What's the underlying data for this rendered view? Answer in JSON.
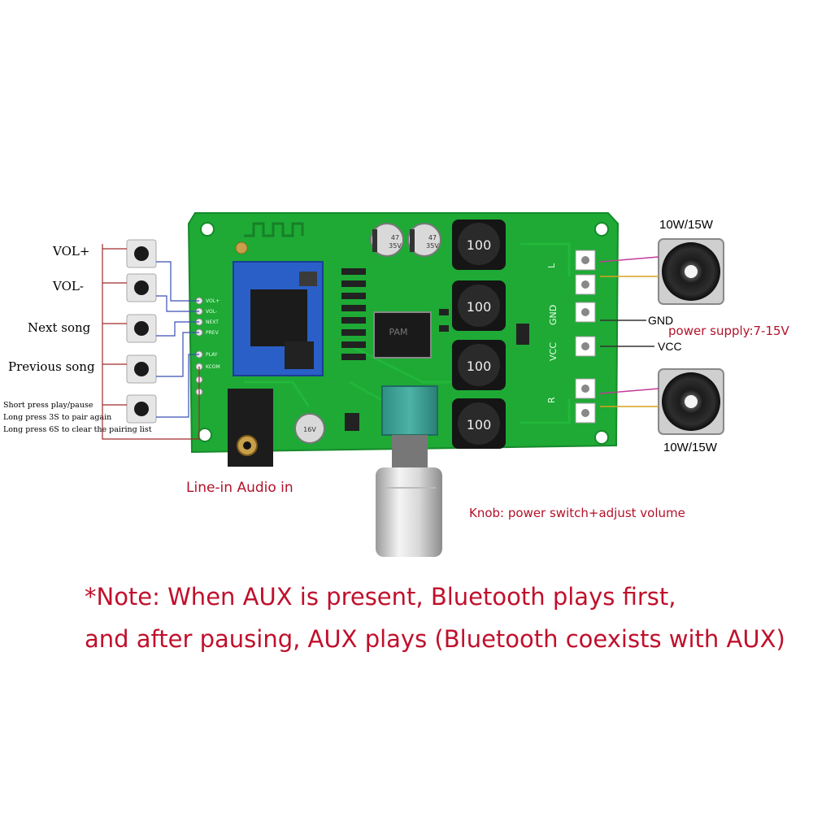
{
  "buttons": {
    "vol_plus": "VOL+",
    "vol_minus": "VOL-",
    "next": "Next song",
    "previous": "Previous song",
    "play_notes": [
      "Short press play/pause",
      "Long press 3S to pair again",
      "Long press 6S to clear the pairing list"
    ]
  },
  "board": {
    "inductor_marking": "100",
    "cap_big_marking": "47",
    "cap_big_rating": "35V",
    "cap_small_rating": "16V",
    "chip_brand": "PAM",
    "pin_labels": [
      "VOL+",
      "VOL-",
      "NEXT",
      "PREV",
      "PLAY",
      "KCOM"
    ],
    "terminal_labels": [
      "L",
      "GND",
      "VCC",
      "R"
    ]
  },
  "speakers": {
    "top_rating": "10W/15W",
    "bottom_rating": "10W/15W"
  },
  "power": {
    "gnd": "GND",
    "vcc": "VCC",
    "supply": "power supply:7-15V"
  },
  "captions": {
    "line_in": "Line-in Audio in",
    "knob": "Knob: power switch+adjust volume"
  },
  "note": {
    "line1": "*Note: When AUX is present, Bluetooth plays first,",
    "line2": "and after pausing, AUX plays (Bluetooth coexists with AUX)"
  },
  "colors": {
    "pcb": "#1eaa35",
    "pcb_dark": "#138026",
    "module": "#2a5fc7",
    "wire_blue": "#3a4fb5",
    "wire_red": "#a02a2a",
    "note_red": "#c0102c",
    "caption_red": "#b3122a"
  }
}
